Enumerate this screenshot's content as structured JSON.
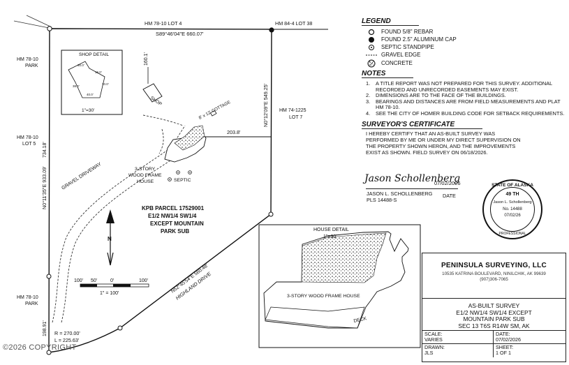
{
  "plat": {
    "top_left_label": "HM 78-10 LOT 4",
    "top_right_label": "HM 84-4 LOT 38",
    "bearing_top": "S89°46'04\"E 660.07'",
    "left_park_top": [
      "HM 78-10",
      "PARK"
    ],
    "left_lot5": [
      "HM 78-10",
      "LOT 5"
    ],
    "left_park_bottom": [
      "HM 78-10",
      "PARK"
    ],
    "right_lot7": [
      "HM 74-1225",
      "LOT 7"
    ],
    "bearing_right": "N0°12'09\"E 549.25'",
    "bearing_left": "N0°11'35\"E 933.09'",
    "dim_734": "734.18'",
    "dim_198": "198.91'",
    "dim_160": "160.1'",
    "dim_203": "203.8'",
    "bearing_highland": "N52°45'54\"E 560.48'",
    "highland_drive": "HIGHLAND DRIVE",
    "curve_r": "R = 270.00'",
    "curve_l": "L = 225.63'",
    "shop_detail_title": "SHOP DETAIL",
    "shop_detail_scale": "1\"=30'",
    "shop_detail_dims": [
      "30.0'",
      "38.0'",
      "40.0'",
      "15.0'",
      "10.0'"
    ],
    "shop_label": "SHOP",
    "cottage_label": "8' x 12' COTTAGE",
    "house_label": [
      "3-STORY",
      "WOOD FRAME",
      "HOUSE"
    ],
    "septic_label": "SEPTIC",
    "driveway_label": "GRAVEL DRIVEWAY",
    "parcel_label": [
      "KPB PARCEL 17529001",
      "E1/2 NW1/4 SW1/4",
      "EXCEPT MOUNTAIN",
      "PARK SUB"
    ],
    "north": "N",
    "scale_ticks": [
      "100'",
      "50'",
      "0'",
      "100'"
    ],
    "scale_text": "1\" = 100'",
    "house_detail_title": "HOUSE DETAIL",
    "house_detail_scale": "1\"=30'",
    "house_detail_label": "3-STORY WOOD FRAME HOUSE",
    "deck_label": "DECK"
  },
  "legend": {
    "title": "LEGEND",
    "items": [
      {
        "icon": "rebar-icon",
        "label": "FOUND 5/8\" REBAR"
      },
      {
        "icon": "aluminum-cap-icon",
        "label": "FOUND 2.5\" ALUMINUM CAP"
      },
      {
        "icon": "septic-standpipe-icon",
        "label": "SEPTIC STANDPIPE"
      },
      {
        "icon": "gravel-edge-icon",
        "label": "GRAVEL EDGE"
      },
      {
        "icon": "concrete-icon",
        "label": "CONCRETE"
      }
    ]
  },
  "notes": {
    "title": "NOTES",
    "items": [
      {
        "num": "1.",
        "text": "A TITLE REPORT WAS NOT PREPARED FOR THIS SURVEY. ADDITIONAL RECORDED AND UNRECORDED EASEMENTS MAY EXIST."
      },
      {
        "num": "2.",
        "text": "DIMENSIONS ARE TO THE FACE OF THE BUILDINGS."
      },
      {
        "num": "3.",
        "text": "BEARINGS AND DISTANCES ARE FROM FIELD MEASUREMENTS AND PLAT HM 78-10."
      },
      {
        "num": "4.",
        "text": "SEE THE CITY OF HOMER BUILDING CODE FOR SETBACK REQUIREMENTS."
      }
    ]
  },
  "certificate": {
    "title": "SURVEYOR'S CERTIFICATE",
    "text": "I HEREBY CERTIFY THAT AN AS-BUILT SURVEY WAS PERFORMED BY ME OR UNDER MY DIRECT SUPERVISION ON THE PROPERTY SHOWN HERON, AND THE IMPROVEMENTS EXIST AS SHOWN. FIELD SURVEY ON 06/18/2026.",
    "signature": "Jason Schollenberg",
    "sign_date": "07/02/2026",
    "name": "JASON L. SCHOLLENBERG",
    "pls": "PLS 14488-S",
    "date_label": "DATE"
  },
  "seal": {
    "state": "STATE OF ALASKA",
    "th": "49 TH",
    "name": "Jason L. Schollenberg",
    "number": "No. 14488",
    "date": "07/02/26",
    "bottom": "PROFESSIONAL"
  },
  "title_block": {
    "company": "PENINSULA SURVEYING, LLC",
    "address": "10535 KATRINA BOULEVARD, NINILCHIK, AK 99639",
    "phone": "(907)306-7065",
    "title_lines": [
      "AS-BUILT SURVEY",
      "E1/2 NW1/4 SW1/4 EXCEPT",
      "MOUNTAIN PARK SUB",
      "SEC 13 T6S R14W SM, AK"
    ],
    "scale_label": "SCALE:",
    "scale_value": "VARIES",
    "date_label": "DATE:",
    "date_value": "07/02/2026",
    "drawn_label": "DRAWN:",
    "drawn_value": "JLS",
    "sheet_label": "SHEET:",
    "sheet_value": "1 OF 1"
  },
  "copyright": "©2026 COPYRIGHT"
}
